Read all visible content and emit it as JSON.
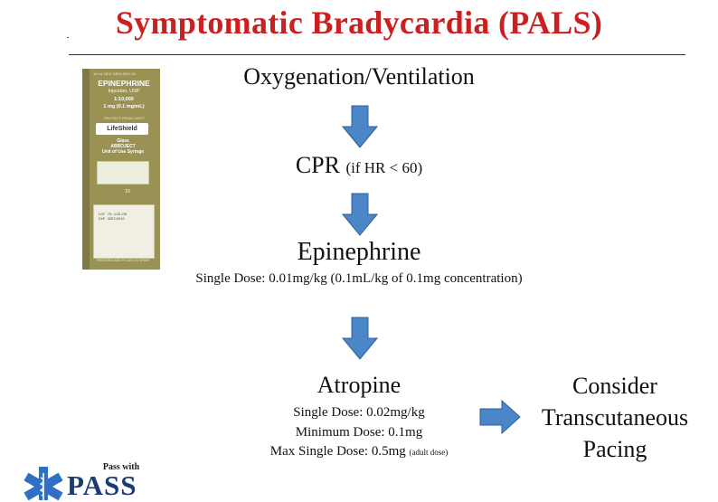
{
  "title": "Symptomatic Bradycardia (PALS)",
  "colors": {
    "title": "#cc1f1f",
    "arrow_fill": "#4a86c8",
    "arrow_stroke": "#2f5f93",
    "box": "#9a9254",
    "logo_blue": "#1b3a78",
    "logo_star": "#2f6fc4"
  },
  "image_box": {
    "top_text": "10 mL    NDC 0409-4921-34",
    "brand": "EPINEPHRINE",
    "subtitle": "Injection, USP",
    "concentration": "1:10,000",
    "dose": "1 mg (0.1 mg/mL)",
    "protect": "PROTECT FROM LIGHT",
    "logo": "LifeShield",
    "glass_line1": "Glass",
    "glass_line2": "ABBOJECT",
    "glass_line3": "Unit of Use Syringe",
    "count": "10",
    "lot": "LOT 70-126-DK",
    "exp": "EXP 1DEC2015",
    "bottom_text": "PRESSED AND FILLED IN SPAIN"
  },
  "flow": {
    "step1": "Oxygenation/Ventilation",
    "step2": "CPR",
    "step2_note": "(if HR < 60)",
    "step3": "Epinephrine",
    "step3_dose": "Single Dose: 0.01mg/kg (0.1mL/kg of 0.1mg concentration)",
    "step4": "Atropine",
    "step4_dose1": "Single Dose: 0.02mg/kg",
    "step4_dose2": "Minimum Dose: 0.1mg",
    "step4_dose3": "Max Single Dose: 0.5mg",
    "step4_dose3_note": "(adult dose)",
    "side_line1": "Consider",
    "side_line2": "Transcutaneous",
    "side_line3": "Pacing"
  },
  "logo": {
    "small": "Pass with",
    "big": "PASS"
  },
  "icons": {
    "arrow_down": "down-arrow-icon",
    "arrow_right": "right-arrow-icon",
    "star_of_life": "star-of-life-icon"
  }
}
